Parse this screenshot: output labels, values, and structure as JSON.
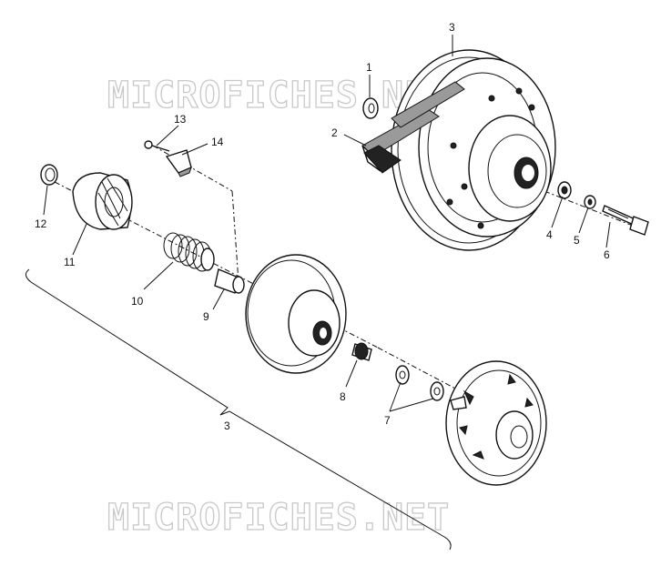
{
  "watermark": {
    "text": "MICROFICHES.NET"
  },
  "callouts": [
    {
      "id": "1",
      "text": "1"
    },
    {
      "id": "2",
      "text": "2"
    },
    {
      "id": "3a",
      "text": "3"
    },
    {
      "id": "4",
      "text": "4"
    },
    {
      "id": "5",
      "text": "5"
    },
    {
      "id": "6",
      "text": "6"
    },
    {
      "id": "7",
      "text": "7"
    },
    {
      "id": "8",
      "text": "8"
    },
    {
      "id": "9",
      "text": "9"
    },
    {
      "id": "10",
      "text": "10"
    },
    {
      "id": "11",
      "text": "11"
    },
    {
      "id": "12",
      "text": "12"
    },
    {
      "id": "13",
      "text": "13"
    },
    {
      "id": "14",
      "text": "14"
    },
    {
      "id": "3b",
      "text": "3"
    }
  ]
}
